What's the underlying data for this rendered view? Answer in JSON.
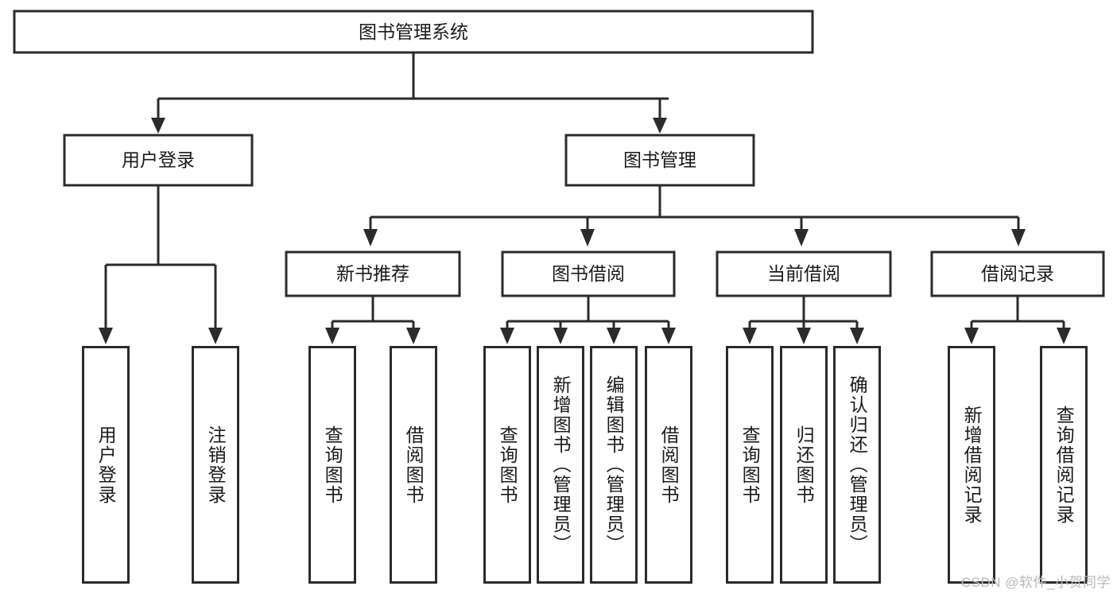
{
  "diagram": {
    "title_node": {
      "label": "图书管理系统"
    },
    "level2": [
      {
        "id": "user-login",
        "label": "用户登录"
      },
      {
        "id": "book-management",
        "label": "图书管理"
      }
    ],
    "level3": [
      {
        "id": "new-book-recommend",
        "label": "新书推荐"
      },
      {
        "id": "book-borrow",
        "label": "图书借阅"
      },
      {
        "id": "current-borrow",
        "label": "当前借阅"
      },
      {
        "id": "borrow-record",
        "label": "借阅记录"
      }
    ],
    "leaves": [
      {
        "id": "leaf-user-login",
        "label": "用户登录",
        "parent": "user-login"
      },
      {
        "id": "leaf-logout",
        "label": "注销登录",
        "parent": "user-login"
      },
      {
        "id": "leaf-query-book-1",
        "label": "查询图书",
        "parent": "new-book-recommend"
      },
      {
        "id": "leaf-borrow-book-1",
        "label": "借阅图书",
        "parent": "new-book-recommend"
      },
      {
        "id": "leaf-query-book-2",
        "label": "查询图书",
        "parent": "book-borrow"
      },
      {
        "id": "leaf-add-book",
        "label": "新增图书（管理员）",
        "parent": "book-borrow"
      },
      {
        "id": "leaf-edit-book",
        "label": "编辑图书（管理员）",
        "parent": "book-borrow"
      },
      {
        "id": "leaf-borrow-book-2",
        "label": "借阅图书",
        "parent": "book-borrow"
      },
      {
        "id": "leaf-query-book-3",
        "label": "查询图书",
        "parent": "current-borrow"
      },
      {
        "id": "leaf-return-book",
        "label": "归还图书",
        "parent": "current-borrow"
      },
      {
        "id": "leaf-confirm-return",
        "label": "确认归还（管理员）",
        "parent": "current-borrow"
      },
      {
        "id": "leaf-add-record",
        "label": "新增借阅记录",
        "parent": "borrow-record"
      },
      {
        "id": "leaf-query-record",
        "label": "查询借阅记录",
        "parent": "borrow-record"
      }
    ],
    "colors": {
      "stroke": "#2b2b2b",
      "fill": "#ffffff",
      "text": "#1a1a1a",
      "watermark": "#b9b9b9"
    }
  },
  "watermark": {
    "text": "CSDN @软件_小贺同学"
  }
}
